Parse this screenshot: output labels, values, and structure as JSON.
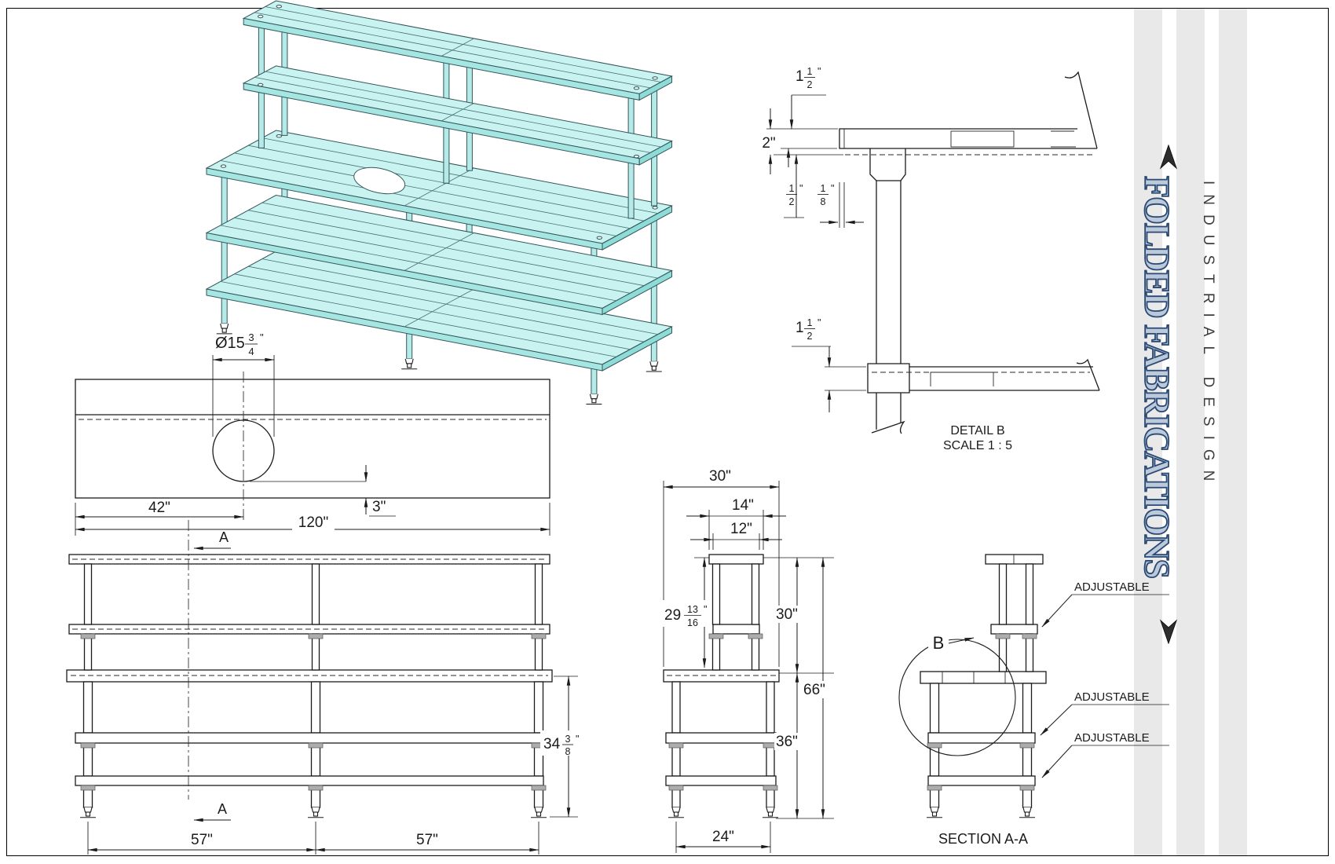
{
  "logo": {
    "title": "FOLDED FABRICATIONS",
    "subtitle": "INDUSTRIAL DESIGN"
  },
  "colors": {
    "iso_cyan": "#c9f3f0",
    "stripe_gray": "#e9e9e9",
    "logo_fill": "#bcc9da",
    "logo_outline": "#2a4a74"
  },
  "labels": {
    "plan": {
      "dia_whole": "Ø15",
      "dia_num": "3",
      "dia_den": "4",
      "dia_unit": "\"",
      "d42": "42\"",
      "d120": "120\"",
      "d3": "3\""
    },
    "front": {
      "a_top": "A",
      "a_bottom": "A",
      "h_whole": "34",
      "h_num": "3",
      "h_den": "8",
      "h_unit": "\"",
      "d57a": "57\"",
      "d57b": "57\""
    },
    "side": {
      "d30_top": "30\"",
      "d14": "14\"",
      "d12": "12\"",
      "r_whole": "29",
      "r_num": "13",
      "r_den": "16",
      "r_unit": "\"",
      "d30_right": "30\"",
      "d66": "66\"",
      "d36": "36\"",
      "d24": "24\""
    },
    "section": {
      "label_b": "B",
      "adj1": "ADJUSTABLE",
      "adj2": "ADJUSTABLE",
      "adj3": "ADJUSTABLE",
      "title": "SECTION A-A"
    },
    "detail": {
      "title": "DETAIL B",
      "scale": "SCALE 1 : 5",
      "t1_whole": "1",
      "t1_num": "1",
      "t1_den": "2",
      "t1_unit": "\"",
      "d2": "2\"",
      "half_num": "1",
      "half_den": "2",
      "half_unit": "\"",
      "eighth_num": "1",
      "eighth_den": "8",
      "eighth_unit": "\"",
      "b1_whole": "1",
      "b1_num": "1",
      "b1_den": "2",
      "b1_unit": "\""
    }
  }
}
